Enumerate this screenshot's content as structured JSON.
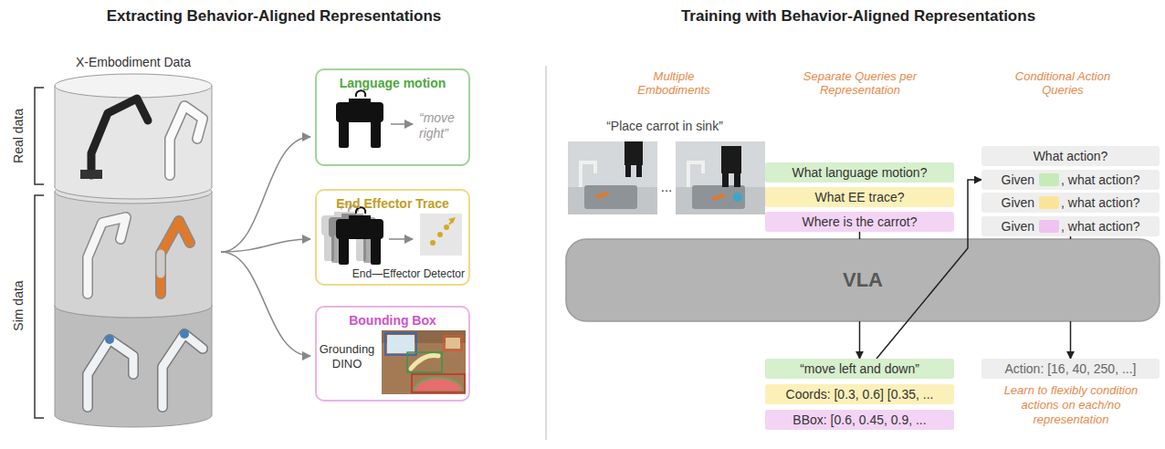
{
  "diagram": {
    "nodes": [
      {
        "text": [
          "Language motion",
          "“move right”"
        ]
      },
      {
        "text": [
          "End Effector Trace",
          "End—Effector Detector"
        ]
      },
      {
        "text": [
          "Bounding Box",
          "Grounding DINO"
        ]
      },
      {
        "text": [
          "What language motion?"
        ]
      },
      {
        "text": [
          "What EE trace?"
        ]
      },
      {
        "text": [
          "Where is the carrot?"
        ]
      },
      {
        "text": [
          "What action?"
        ]
      },
      {
        "text": [
          "Given",
          ", what action?"
        ]
      },
      {
        "text": [
          "Given",
          ", what action?"
        ]
      },
      {
        "text": [
          "Given",
          ", what action?"
        ]
      },
      {
        "text": [
          "VLA"
        ]
      },
      {
        "text": [
          "“move left and down”"
        ]
      },
      {
        "text": [
          "Coords: [0.3, 0.6] [0.35, ..."
        ]
      },
      {
        "text": [
          "BBox: [0.6, 0.45, 0.9, ..."
        ]
      },
      {
        "text": [
          "Action: [16, 40, 250, ...]"
        ]
      }
    ],
    "edges": [
      {
        "from": 5,
        "to": 10,
        "arrow": "none"
      },
      {
        "from": 9,
        "to": 10,
        "arrow": "none"
      },
      {
        "from": 10,
        "to": 11,
        "arrow": "to"
      },
      {
        "from": 10,
        "to": 14,
        "arrow": "to"
      },
      {
        "from": 11,
        "to": 7,
        "arrow": "to"
      }
    ],
    "labels": [
      "Extracting Behavior-Aligned Representations",
      "Training with Behavior-Aligned Representations",
      "X-Embodiment Data",
      "Real data",
      "Sim data",
      "Multiple Embodiments",
      "Separate Queries per Representation",
      "Conditional Action Queries",
      "“Place carrot in sink”",
      "...",
      "Learn to flexibly condition actions on each/no representation"
    ]
  }
}
